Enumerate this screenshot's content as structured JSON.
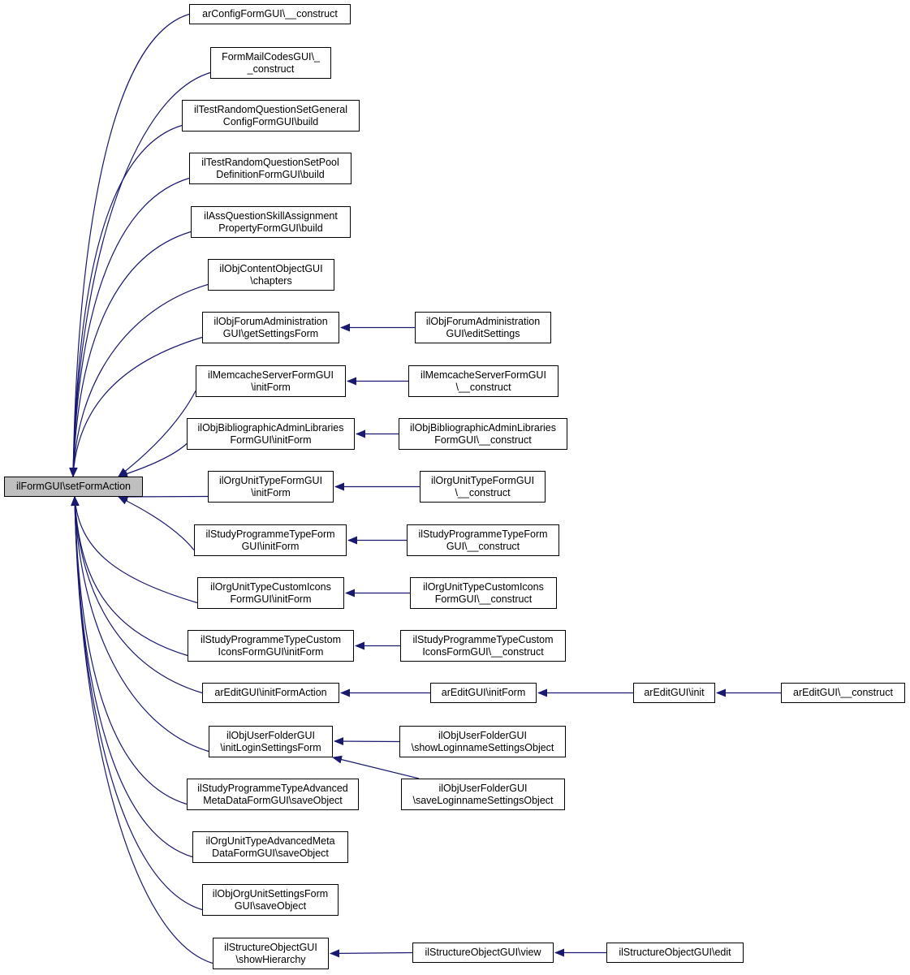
{
  "colors": {
    "edge": "#191970",
    "root_fill": "#bfbfbf",
    "node_fill": "#ffffff",
    "border": "#000000"
  },
  "nodes": [
    {
      "id": "root",
      "lines": [
        "ilFormGUI\\setFormAction"
      ]
    },
    {
      "id": "n1",
      "lines": [
        "arConfigFormGUI\\__construct"
      ]
    },
    {
      "id": "n2",
      "lines": [
        "FormMailCodesGUI\\_",
        "_construct"
      ]
    },
    {
      "id": "n3",
      "lines": [
        "ilTestRandomQuestionSetGeneral",
        "ConfigFormGUI\\build"
      ]
    },
    {
      "id": "n4",
      "lines": [
        "ilTestRandomQuestionSetPool",
        "DefinitionFormGUI\\build"
      ]
    },
    {
      "id": "n5",
      "lines": [
        "ilAssQuestionSkillAssignment",
        "PropertyFormGUI\\build"
      ]
    },
    {
      "id": "n6",
      "lines": [
        "ilObjContentObjectGUI",
        "\\chapters"
      ]
    },
    {
      "id": "n7",
      "lines": [
        "ilObjForumAdministration",
        "GUI\\getSettingsForm"
      ]
    },
    {
      "id": "n8",
      "lines": [
        "ilMemcacheServerFormGUI",
        "\\initForm"
      ]
    },
    {
      "id": "n9",
      "lines": [
        "ilObjBibliographicAdminLibraries",
        "FormGUI\\initForm"
      ]
    },
    {
      "id": "n10",
      "lines": [
        "ilOrgUnitTypeFormGUI",
        "\\initForm"
      ]
    },
    {
      "id": "n11",
      "lines": [
        "ilStudyProgrammeTypeForm",
        "GUI\\initForm"
      ]
    },
    {
      "id": "n12",
      "lines": [
        "ilOrgUnitTypeCustomIcons",
        "FormGUI\\initForm"
      ]
    },
    {
      "id": "n13",
      "lines": [
        "ilStudyProgrammeTypeCustom",
        "IconsFormGUI\\initForm"
      ]
    },
    {
      "id": "n14",
      "lines": [
        "arEditGUI\\initFormAction"
      ]
    },
    {
      "id": "n15",
      "lines": [
        "ilObjUserFolderGUI",
        "\\initLoginSettingsForm"
      ]
    },
    {
      "id": "n16",
      "lines": [
        "ilStudyProgrammeTypeAdvanced",
        "MetaDataFormGUI\\saveObject"
      ]
    },
    {
      "id": "n17",
      "lines": [
        "ilOrgUnitTypeAdvancedMeta",
        "DataFormGUI\\saveObject"
      ]
    },
    {
      "id": "n18",
      "lines": [
        "ilObjOrgUnitSettingsForm",
        "GUI\\saveObject"
      ]
    },
    {
      "id": "n19",
      "lines": [
        "ilStructureObjectGUI",
        "\\showHierarchy"
      ]
    },
    {
      "id": "m7",
      "lines": [
        "ilObjForumAdministration",
        "GUI\\editSettings"
      ]
    },
    {
      "id": "m8",
      "lines": [
        "ilMemcacheServerFormGUI",
        "\\__construct"
      ]
    },
    {
      "id": "m9",
      "lines": [
        "ilObjBibliographicAdminLibraries",
        "FormGUI\\__construct"
      ]
    },
    {
      "id": "m10",
      "lines": [
        "ilOrgUnitTypeFormGUI",
        "\\__construct"
      ]
    },
    {
      "id": "m11",
      "lines": [
        "ilStudyProgrammeTypeForm",
        "GUI\\__construct"
      ]
    },
    {
      "id": "m12",
      "lines": [
        "ilOrgUnitTypeCustomIcons",
        "FormGUI\\__construct"
      ]
    },
    {
      "id": "m13",
      "lines": [
        "ilStudyProgrammeTypeCustom",
        "IconsFormGUI\\__construct"
      ]
    },
    {
      "id": "m14",
      "lines": [
        "arEditGUI\\initForm"
      ]
    },
    {
      "id": "m15a",
      "lines": [
        "ilObjUserFolderGUI",
        "\\showLoginnameSettingsObject"
      ]
    },
    {
      "id": "m15b",
      "lines": [
        "ilObjUserFolderGUI",
        "\\saveLoginnameSettingsObject"
      ]
    },
    {
      "id": "m19",
      "lines": [
        "ilStructureObjectGUI\\view"
      ]
    },
    {
      "id": "k14",
      "lines": [
        "arEditGUI\\init"
      ]
    },
    {
      "id": "k19",
      "lines": [
        "ilStructureObjectGUI\\edit"
      ]
    },
    {
      "id": "j14",
      "lines": [
        "arEditGUI\\__construct"
      ]
    }
  ],
  "edges": [
    [
      "n1",
      "root"
    ],
    [
      "n2",
      "root"
    ],
    [
      "n3",
      "root"
    ],
    [
      "n4",
      "root"
    ],
    [
      "n5",
      "root"
    ],
    [
      "n6",
      "root"
    ],
    [
      "n7",
      "root"
    ],
    [
      "n8",
      "root"
    ],
    [
      "n9",
      "root"
    ],
    [
      "n10",
      "root"
    ],
    [
      "n11",
      "root"
    ],
    [
      "n12",
      "root"
    ],
    [
      "n13",
      "root"
    ],
    [
      "n14",
      "root"
    ],
    [
      "n15",
      "root"
    ],
    [
      "n16",
      "root"
    ],
    [
      "n17",
      "root"
    ],
    [
      "n18",
      "root"
    ],
    [
      "n19",
      "root"
    ],
    [
      "m7",
      "n7"
    ],
    [
      "m8",
      "n8"
    ],
    [
      "m9",
      "n9"
    ],
    [
      "m10",
      "n10"
    ],
    [
      "m11",
      "n11"
    ],
    [
      "m12",
      "n12"
    ],
    [
      "m13",
      "n13"
    ],
    [
      "m14",
      "n14"
    ],
    [
      "m15a",
      "n15"
    ],
    [
      "m15b",
      "n15"
    ],
    [
      "m19",
      "n19"
    ],
    [
      "k14",
      "m14"
    ],
    [
      "k19",
      "m19"
    ],
    [
      "j14",
      "k14"
    ]
  ]
}
